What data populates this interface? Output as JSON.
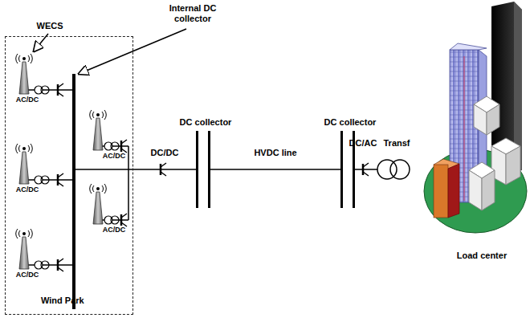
{
  "diagram": {
    "nodes": [
      {
        "text": [
          "Wind Park"
        ]
      },
      {
        "text": [
          "DC collector"
        ]
      },
      {
        "text": [
          "DC collector"
        ]
      }
    ],
    "edges": [
      {
        "from": 0,
        "to": 1,
        "arrow": "none",
        "label": "DC/DC"
      },
      {
        "from": 1,
        "to": 2,
        "arrow": "none",
        "label": "HVDC line"
      }
    ],
    "labels": [
      "WECS",
      "Internal DC collector",
      "AC/DC",
      "AC/DC",
      "AC/DC",
      "AC/DC",
      "AC/DC",
      "DC/AC",
      "Transf",
      "Load center"
    ]
  }
}
